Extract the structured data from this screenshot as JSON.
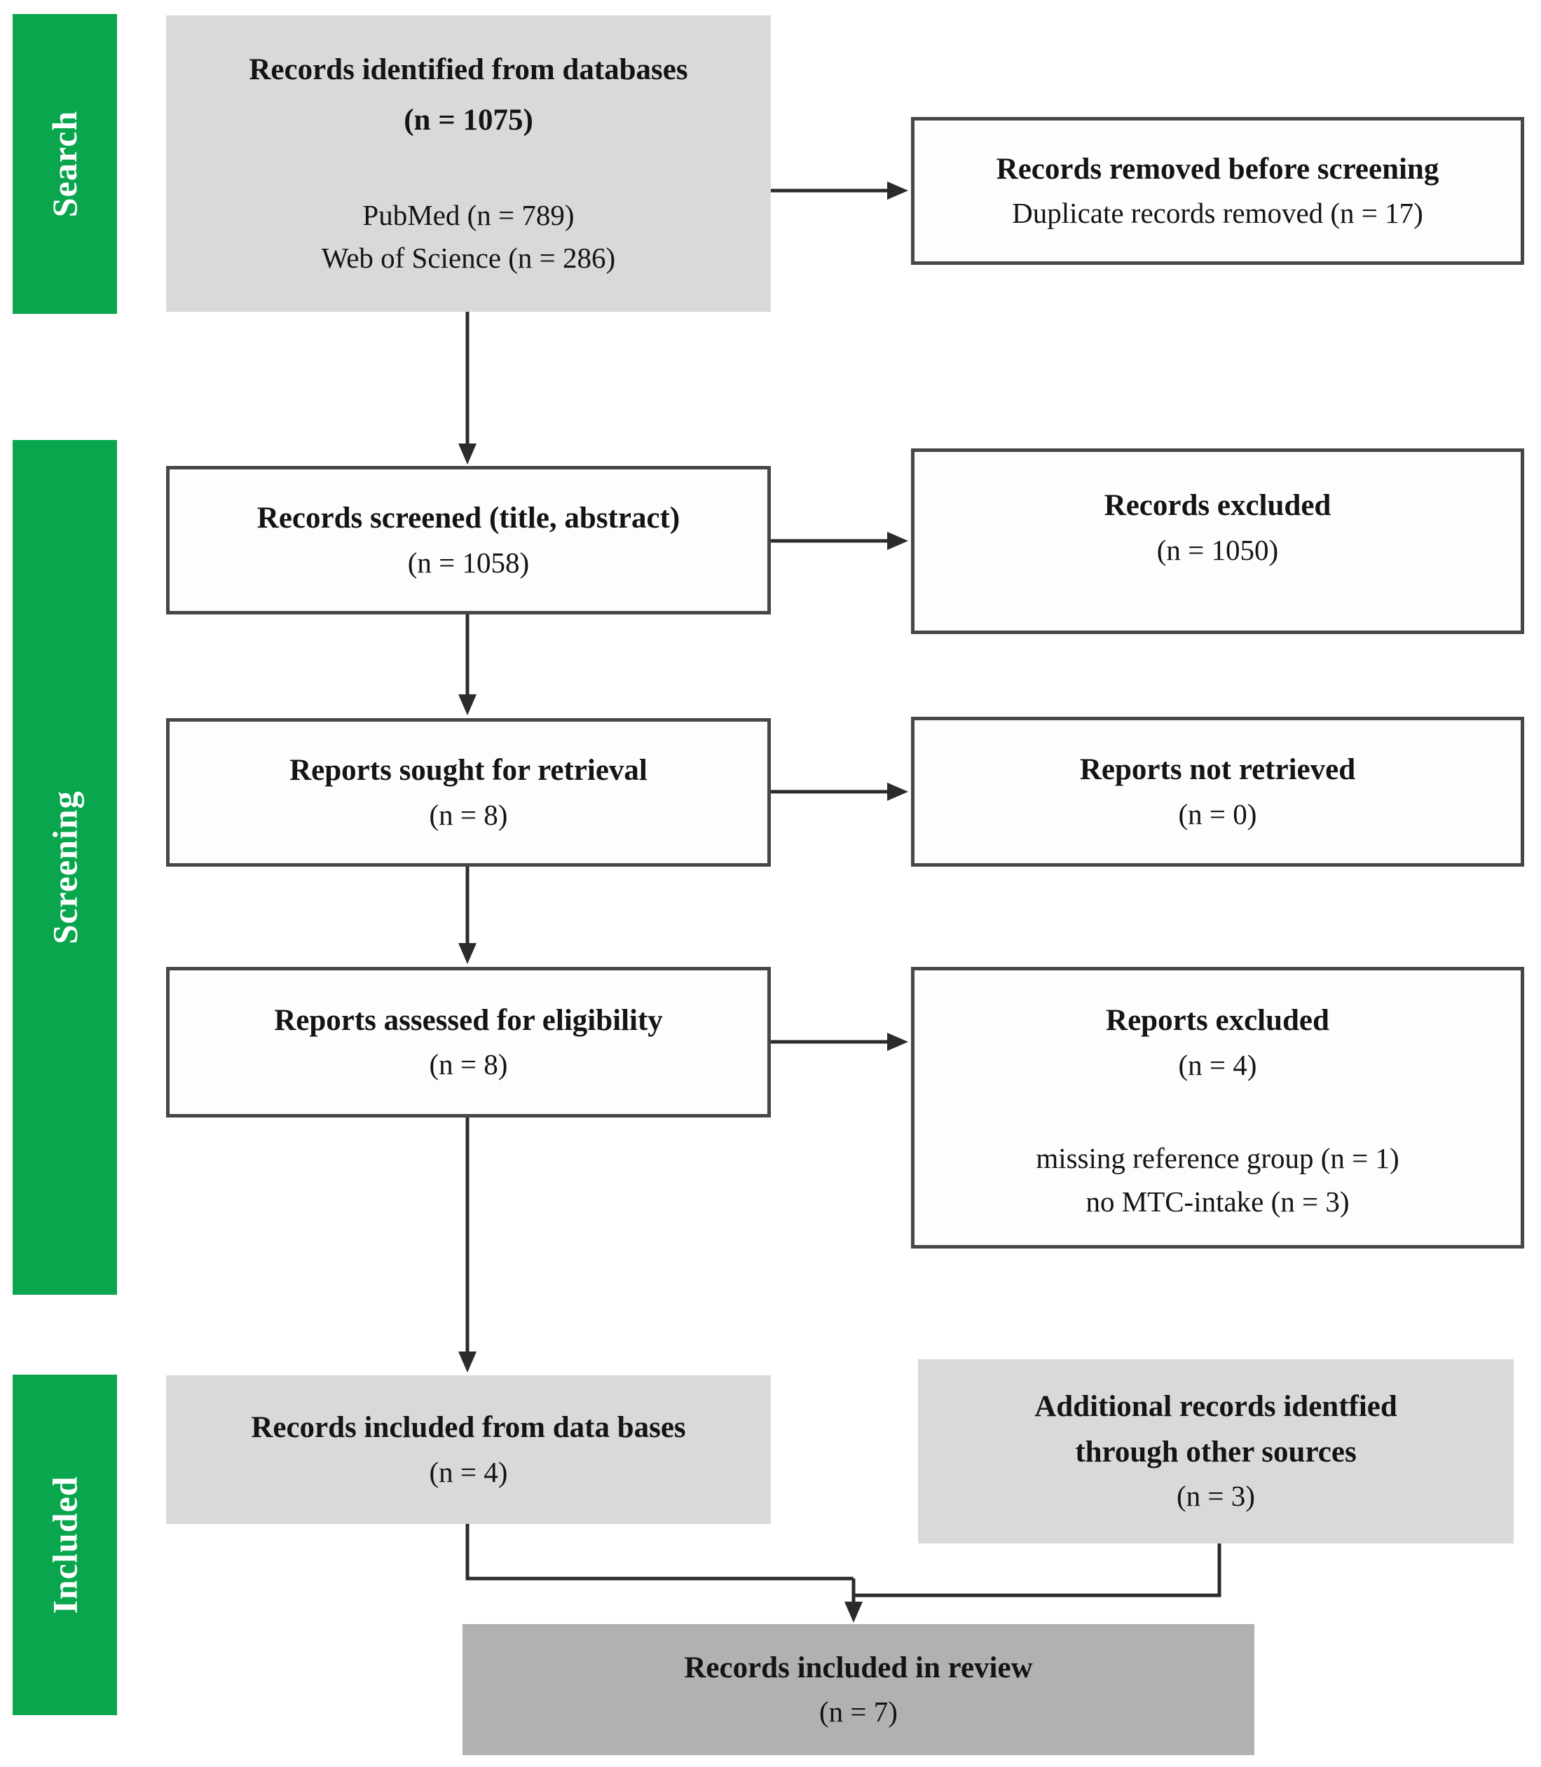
{
  "figure": {
    "type": "prisma-flow-diagram",
    "palette": {
      "stage_green": "#0aa64e",
      "light_grey_box": "#d9d9d9",
      "final_grey_box": "#b1b1b1",
      "box_border": "#474747",
      "arrow": "#2b2b2b",
      "stage_label_text": "#ffffff"
    }
  },
  "sidebar": {
    "stages": [
      {
        "label": "Search"
      },
      {
        "label": "Screening"
      },
      {
        "label": "Included"
      }
    ]
  },
  "boxes": {
    "identified": {
      "title": "Records identified from databases",
      "count": "(n = 1075)",
      "sources": [
        "PubMed (n = 789)",
        "Web of Science (n = 286)"
      ]
    },
    "removed_before_screening": {
      "title": "Records removed before screening",
      "detail": "Duplicate records removed  (n = 17)"
    },
    "screened": {
      "title": "Records screened (title, abstract)",
      "count": "(n = 1058)"
    },
    "records_excluded": {
      "title": "Records excluded",
      "count": "(n = 1050)"
    },
    "sought": {
      "title": "Reports sought for retrieval",
      "count": "(n = 8)"
    },
    "not_retrieved": {
      "title": "Reports not retrieved",
      "count": "(n = 0)"
    },
    "assessed": {
      "title": "Reports assessed for eligibility",
      "count": "(n = 8)"
    },
    "reports_excluded": {
      "title": "Reports excluded",
      "count": "(n = 4)",
      "reasons": [
        "missing reference group (n = 1)",
        "no MTC-intake (n = 3)"
      ]
    },
    "included_from_databases": {
      "title": "Records included from data bases",
      "count": "(n = 4)"
    },
    "additional_records": {
      "title_line1": "Additional records identfied",
      "title_line2": "through other sources",
      "count": "(n = 3)"
    },
    "included_in_review": {
      "title": "Records included in review",
      "count": "(n = 7)"
    }
  }
}
